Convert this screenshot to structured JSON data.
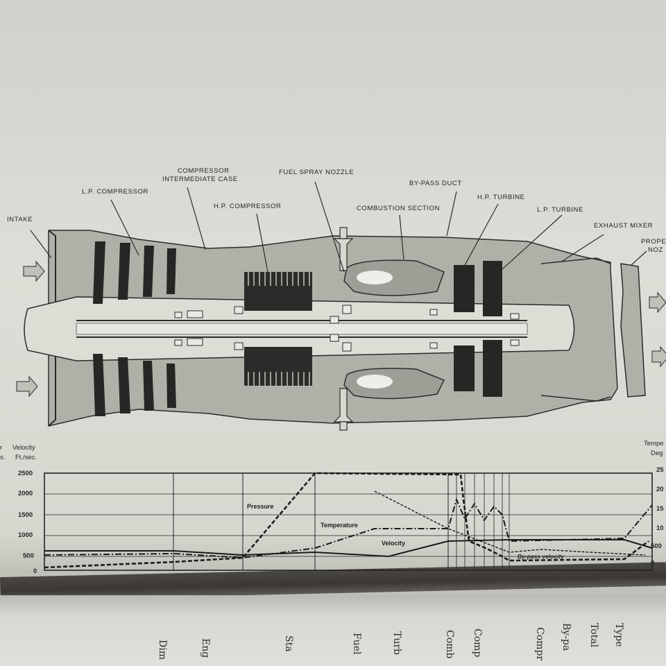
{
  "labels": {
    "intake": "INTAKE",
    "lp_compressor": "L.P. COMPRESSOR",
    "compressor_intermediate_case_1": "COMPRESSOR",
    "compressor_intermediate_case_2": "INTERMEDIATE CASE",
    "hp_compressor": "H.P. COMPRESSOR",
    "fuel_spray_nozzle": "FUEL SPRAY NOZZLE",
    "combustion_section": "COMBUSTION SECTION",
    "bypass_duct": "BY-PASS DUCT",
    "hp_turbine": "H.P. TURBINE",
    "lp_turbine": "L.P. TURBINE",
    "exhaust_mixer": "EXHAUST MIXER",
    "propelling_nozzle_1": "PROPE",
    "propelling_nozzle_2": "NOZ"
  },
  "graph": {
    "left_axis_1": "Velocity",
    "left_axis_2": "Ft./sec.",
    "left_edge_1": "r",
    "left_edge_2": "s.",
    "right_axis_1": "Tempe",
    "right_axis_2": "Deg",
    "left_ticks": [
      "2500",
      "2000",
      "1500",
      "1000",
      "500",
      "0"
    ],
    "right_ticks": [
      "25",
      "20",
      "15",
      "10",
      "500",
      "0"
    ],
    "curve_pressure": "Pressure",
    "curve_temperature": "Temperature",
    "curve_velocity": "Velocity",
    "curve_bypass_velocity": "By-pass velocity"
  },
  "next_page_text": [
    "Type",
    "Total",
    "By-pa",
    "Compr",
    "Comp",
    "Comb",
    "Turb",
    "Fuel",
    "Sta",
    "Eng",
    "Dim"
  ]
}
